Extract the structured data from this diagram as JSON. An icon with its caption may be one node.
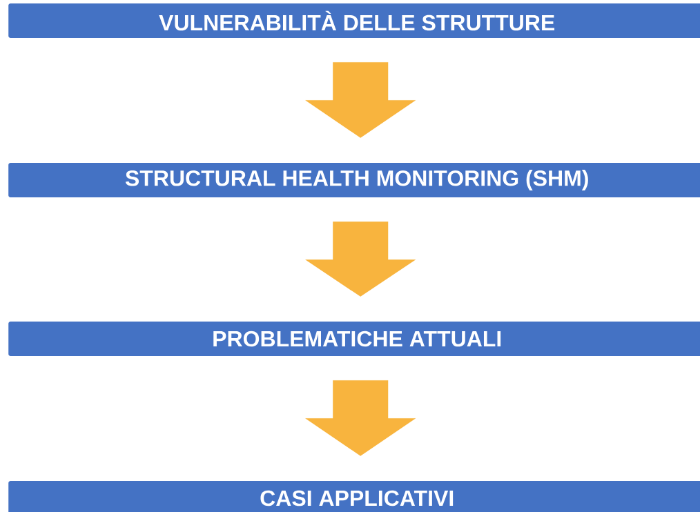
{
  "diagram": {
    "nodes": [
      {
        "text": [
          "VULNERABILITÀ DELLE STRUTTURE"
        ]
      },
      {
        "text": [
          "STRUCTURAL HEALTH MONITORING (SHM)"
        ]
      },
      {
        "text": [
          "PROBLEMATICHE ATTUALI"
        ]
      },
      {
        "text": [
          "CASI APPLICATIVI"
        ]
      }
    ],
    "edges": [
      {
        "from": 0,
        "to": 1,
        "arrow": "to"
      },
      {
        "from": 1,
        "to": 2,
        "arrow": "to"
      },
      {
        "from": 2,
        "to": 3,
        "arrow": "to"
      }
    ]
  }
}
